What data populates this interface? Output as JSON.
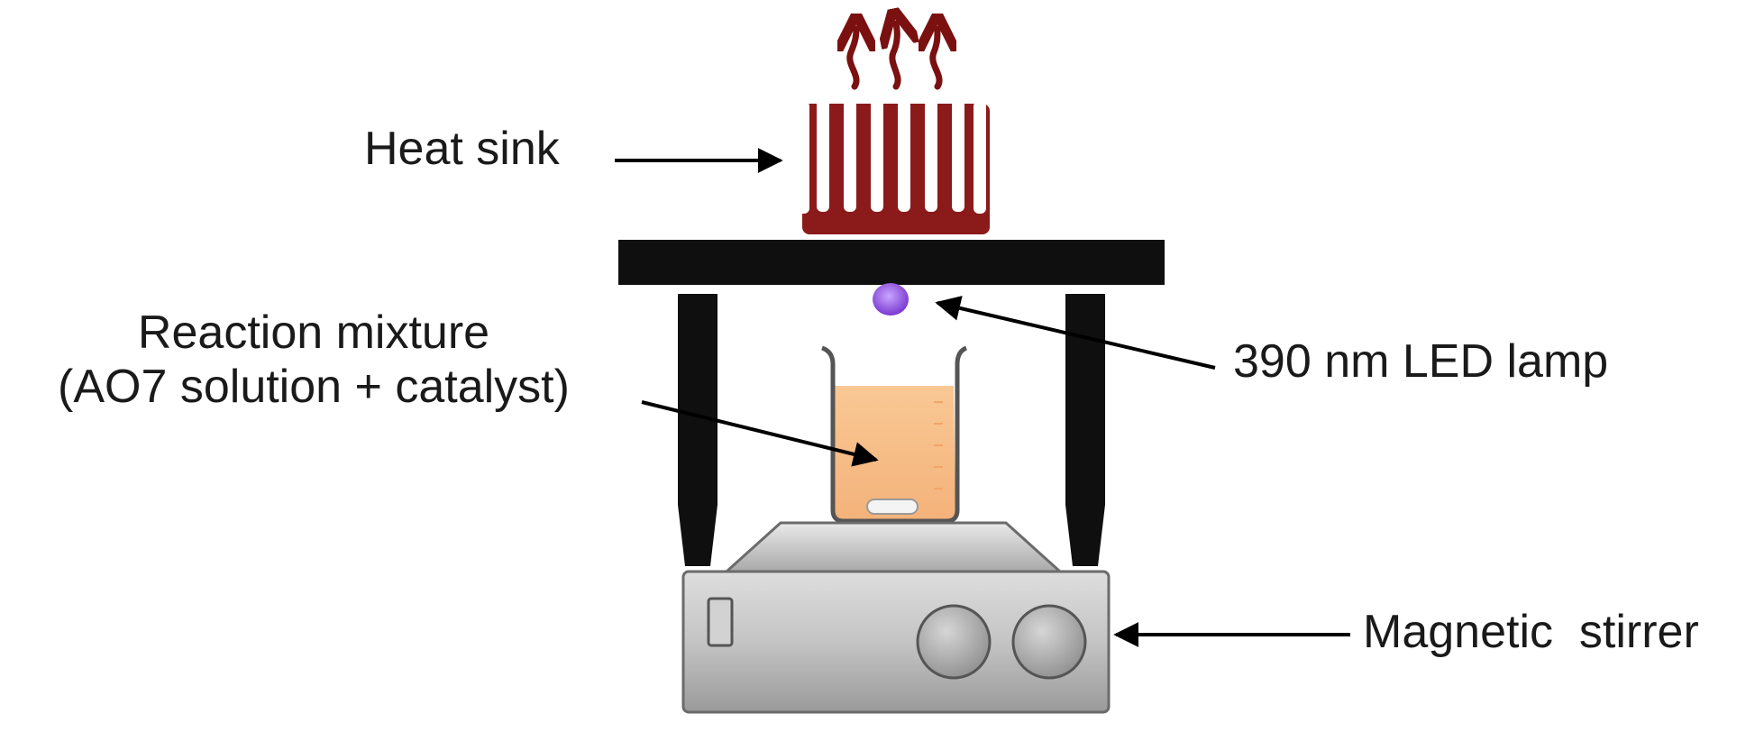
{
  "labels": {
    "heat_sink": "Heat sink",
    "reaction_line1": "Reaction mixture",
    "reaction_line2": "(AO7 solution + catalyst)",
    "led_lamp": "390 nm LED lamp",
    "stirrer": "Magnetic  stirrer"
  },
  "colors": {
    "heat_sink": "#8b1a1a",
    "heat_arrow": "#7a1010",
    "stand": "#0f0f0f",
    "led": "#8a4fd8",
    "solution": "#f7bf8c",
    "stirrer_body": "#cfcfcf"
  }
}
